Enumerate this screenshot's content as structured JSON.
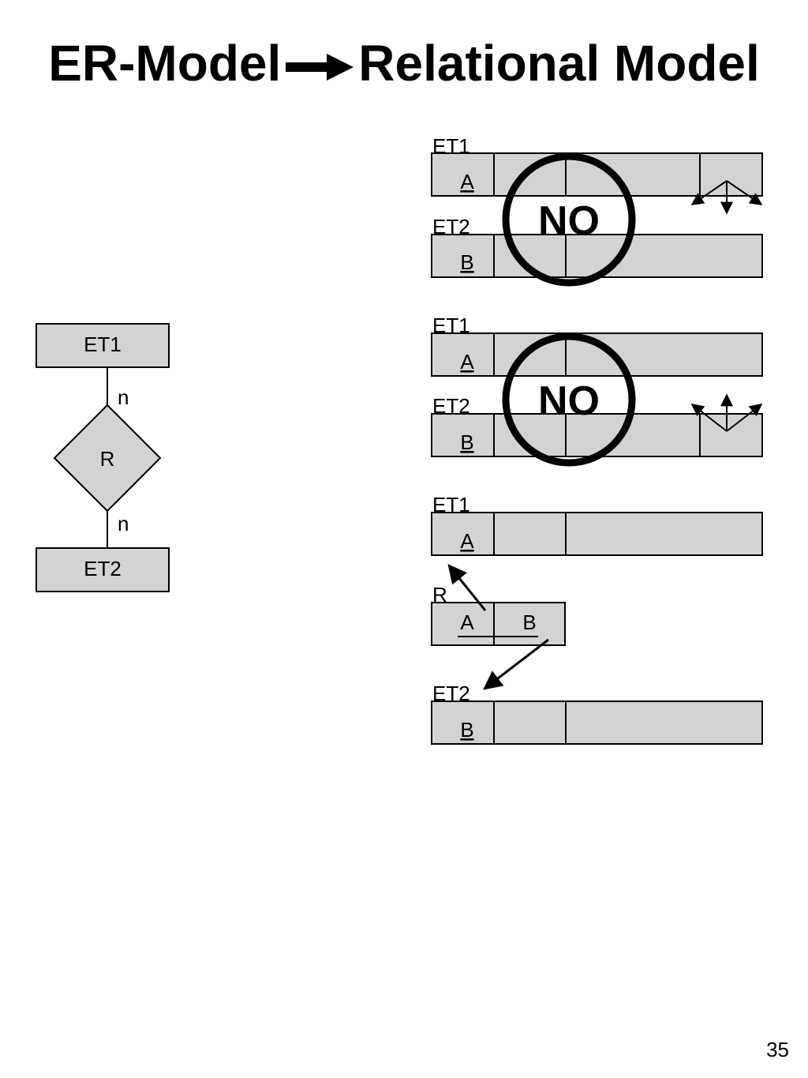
{
  "slide": {
    "title_left": "ER-Model",
    "title_right": "Relational Model",
    "page_number": "35"
  },
  "colors": {
    "fill": "#d3d3d3",
    "stroke": "#000000"
  },
  "er": {
    "entity1": "ET1",
    "entity2": "ET2",
    "relationship": "R",
    "cardinality_top": "n",
    "cardinality_bottom": "n"
  },
  "variant1": {
    "table1_name": "ET1",
    "table1_key": "A",
    "table2_name": "ET2",
    "table2_key": "B",
    "verdict": "NO"
  },
  "variant2": {
    "table1_name": "ET1",
    "table1_key": "A",
    "table2_name": "ET2",
    "table2_key": "B",
    "verdict": "NO"
  },
  "variant3": {
    "table1_name": "ET1",
    "table1_key": "A",
    "relation_name": "R",
    "relation_key1": "A",
    "relation_key2": "B",
    "table2_name": "ET2",
    "table2_key": "B"
  }
}
